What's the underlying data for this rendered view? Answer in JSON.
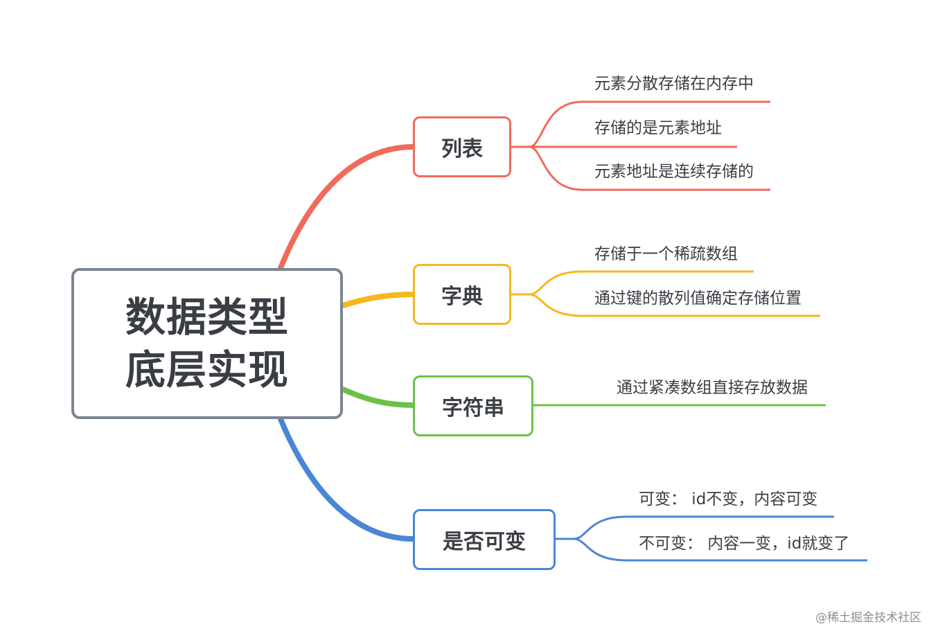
{
  "root": {
    "line1": "数据类型",
    "line2": "底层实现",
    "color": "#7b8593"
  },
  "branches": [
    {
      "label": "列表",
      "color": "#f06b5c",
      "leaves": [
        "元素分散存储在内存中",
        "存储的是元素地址",
        "元素地址是连续存储的"
      ]
    },
    {
      "label": "字典",
      "color": "#f5b71b",
      "leaves": [
        "存储于一个稀疏数组",
        "通过键的散列值确定存储位置"
      ]
    },
    {
      "label": "字符串",
      "color": "#6cc04a",
      "leaves": [
        "通过紧凑数组直接存放数据"
      ]
    },
    {
      "label": "是否可变",
      "color": "#4a86d6",
      "leaves": [
        "可变： id不变，内容可变",
        "不可变： 内容一变，id就变了"
      ]
    }
  ],
  "watermark": "@稀土掘金技术社区"
}
